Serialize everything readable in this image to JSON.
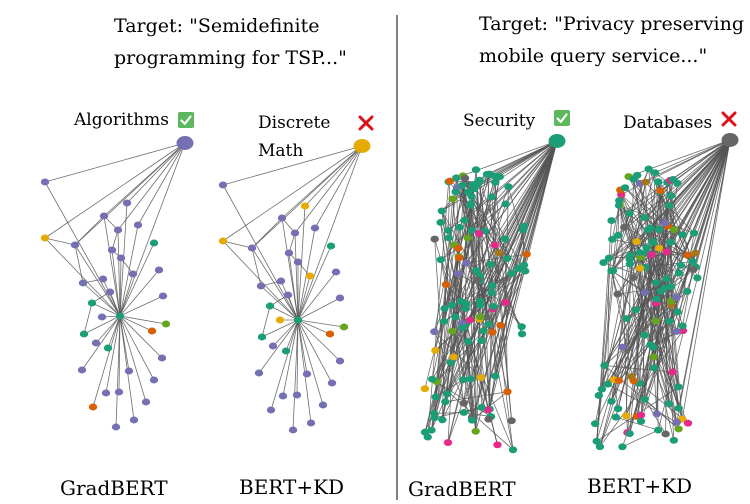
{
  "left_panel": {
    "title_line1": "Target: \"Semidefinite",
    "title_line2": "programming for TSP...\"",
    "graphs": [
      {
        "model": "GradBERT",
        "label_lines": [
          "Algorithms"
        ],
        "verdict": "correct",
        "target_color": "#7570b3"
      },
      {
        "model": "BERT+KD",
        "label_lines": [
          "Discrete",
          "Math"
        ],
        "verdict": "wrong",
        "target_color": "#e6ab02"
      }
    ]
  },
  "right_panel": {
    "title_line1": "Target: \"Privacy preserving",
    "title_line2": "mobile query service...\"",
    "graphs": [
      {
        "model": "GradBERT",
        "label_lines": [
          "Security"
        ],
        "verdict": "correct",
        "target_color": "#1b9e77"
      },
      {
        "model": "BERT+KD",
        "label_lines": [
          "Databases"
        ],
        "verdict": "wrong",
        "target_color": "#666666"
      }
    ]
  },
  "icons": {
    "correct": "check-mark-icon",
    "wrong": "cross-mark-icon"
  },
  "colors": {
    "purple": "#7570b3",
    "green": "#1b9e77",
    "orange": "#d95f02",
    "yellow": "#e6ab02",
    "lime": "#66a61e",
    "pink": "#e7298a",
    "brown": "#a6761d",
    "gray": "#666666",
    "check": "#5cb85c",
    "cross": "#e0101a"
  }
}
